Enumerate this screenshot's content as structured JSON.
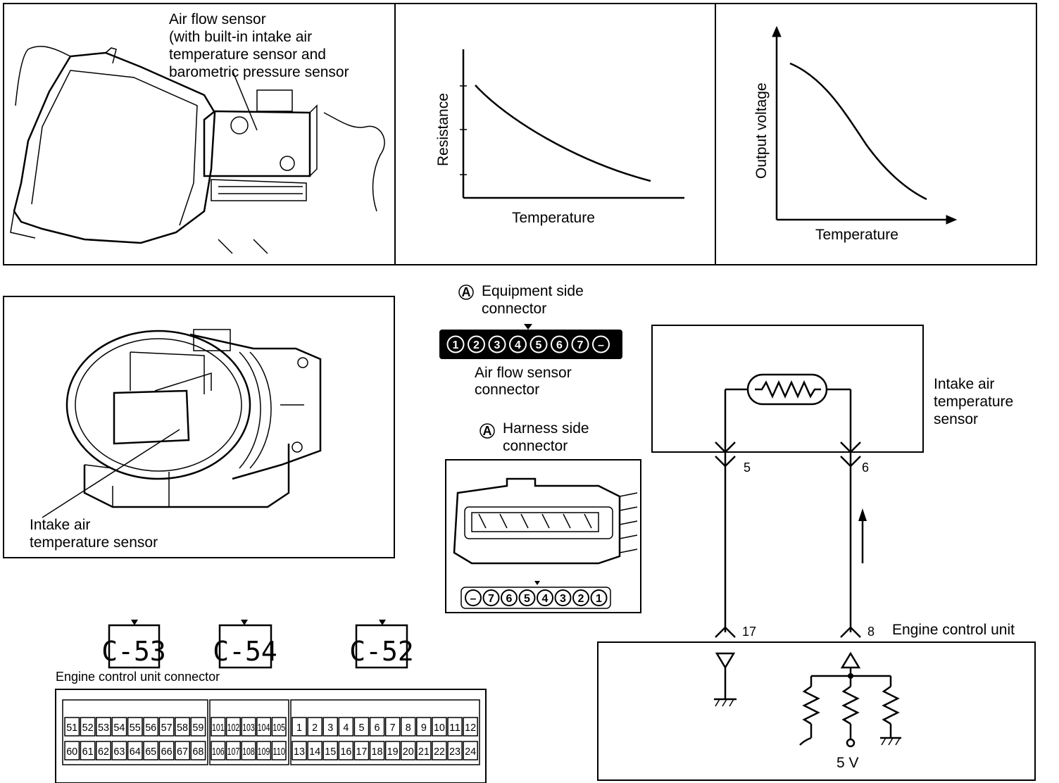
{
  "panel_top_left": {
    "label_lines": [
      "Air flow sensor",
      "(with built-in intake air",
      "temperature sensor and",
      "barometric pressure sensor"
    ]
  },
  "resistance_graph": {
    "y_label": "Resistance",
    "x_label": "Temperature"
  },
  "voltage_graph": {
    "y_label": "Output voltage",
    "x_label": "Temperature"
  },
  "panel_mid_left": {
    "label_lines": [
      "Intake air",
      "temperature sensor"
    ]
  },
  "equipment_connector": {
    "marker": "A",
    "title_lines": [
      "Equipment side",
      "connector"
    ],
    "pins": [
      "1",
      "2",
      "3",
      "4",
      "5",
      "6",
      "7",
      "–"
    ],
    "caption_lines": [
      "Air flow sensor",
      "connector"
    ]
  },
  "harness_connector": {
    "marker": "A",
    "title_lines": [
      "Harness side",
      "connector"
    ],
    "pins": [
      "–",
      "7",
      "6",
      "5",
      "4",
      "3",
      "2",
      "1"
    ]
  },
  "circuit": {
    "sensor_label_lines": [
      "Intake air",
      "temperature",
      "sensor"
    ],
    "pin_left": "5",
    "pin_right": "6",
    "ecu_pin_left": "17",
    "ecu_pin_right": "8",
    "ecu_label": "Engine control unit",
    "supply_label": "5 V"
  },
  "ecu_connectors": {
    "codes": [
      "C-53",
      "C-54",
      "C-52"
    ],
    "label": "Engine control unit connector",
    "block1_top": [
      "51",
      "52",
      "53",
      "54",
      "55",
      "56",
      "57",
      "58",
      "59"
    ],
    "block1_bottom": [
      "60",
      "61",
      "62",
      "63",
      "64",
      "65",
      "66",
      "67",
      "68"
    ],
    "block2_top": [
      "101",
      "102",
      "103",
      "104",
      "105"
    ],
    "block2_bottom": [
      "106",
      "107",
      "108",
      "109",
      "110"
    ],
    "block3_top": [
      "1",
      "2",
      "3",
      "4",
      "5",
      "6",
      "7",
      "8",
      "9",
      "10",
      "11",
      "12"
    ],
    "block3_bottom": [
      "13",
      "14",
      "15",
      "16",
      "17",
      "18",
      "19",
      "20",
      "21",
      "22",
      "23",
      "24"
    ]
  }
}
